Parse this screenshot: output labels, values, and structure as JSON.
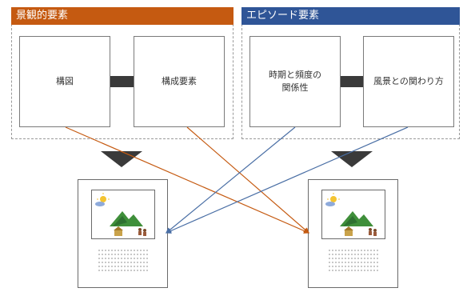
{
  "landscape_group": {
    "title": "景観的要素",
    "color": "#c55a11",
    "items": [
      "構図",
      "構成要素"
    ]
  },
  "episode_group": {
    "title": "エピソード要素",
    "color": "#2f5597",
    "items": [
      "時期と頻度の\n関係性",
      "風景との関わり方"
    ]
  },
  "colors": {
    "orange_line": "#c55a11",
    "blue_line": "#4a6fa5",
    "dark": "#3a3a3a"
  },
  "icons": [
    "sun-icon",
    "cloud-icon",
    "mountain-icon",
    "house-icon",
    "people-icon"
  ]
}
